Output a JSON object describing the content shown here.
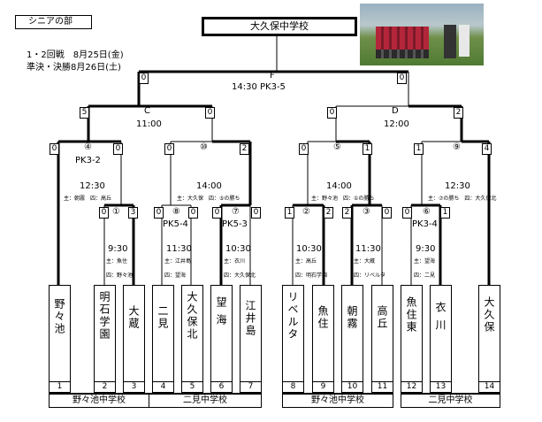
{
  "header": {
    "category_label": "シニアの部",
    "title": "大久保中学校",
    "dates": [
      "1・2回戦　8月25日(金)",
      "準決・決勝8月26日(土)"
    ]
  },
  "final": {
    "label": "F",
    "time": "14:30 PK3-5",
    "left_score": "0",
    "right_score": "0"
  },
  "semis": [
    {
      "label": "C",
      "time": "11:00",
      "left_score": "5",
      "right_score": "0"
    },
    {
      "label": "D",
      "time": "12:00",
      "left_score": "0",
      "right_score": "2"
    }
  ],
  "qf": [
    {
      "id": "④",
      "left_score": "0",
      "right_score": "0",
      "pk": "PK3-2",
      "time": "12:30",
      "ref": "主：朝霧　四：高丘"
    },
    {
      "id": "⑩",
      "left_score": "0",
      "right_score": "2",
      "pk": "",
      "time": "14:00",
      "ref": "主：大久保　四：⑤の勝ち"
    },
    {
      "id": "⑤",
      "left_score": "0",
      "right_score": "1",
      "pk": "",
      "time": "14:00",
      "ref": "主：野々池　四：①の勝ち"
    },
    {
      "id": "⑨",
      "left_score": "1",
      "right_score": "4",
      "pk": "",
      "time": "12:30",
      "ref": "主：⑦の勝ち　四：大久保北"
    }
  ],
  "r1": [
    {
      "id": "①",
      "left_score": "0",
      "right_score": "3",
      "pk": "",
      "time": "9:30",
      "ref1": "主：魚住",
      "ref2": "四：野々池"
    },
    {
      "id": "⑧",
      "left_score": "0",
      "right_score": "0",
      "pk": "PK5-4",
      "time": "11:30",
      "ref1": "主：江井島",
      "ref2": "四：望海"
    },
    {
      "id": "⑦",
      "left_score": "0",
      "right_score": "0",
      "pk": "PK5-3",
      "time": "10:30",
      "ref1": "主：衣川",
      "ref2": "四：大久保北"
    },
    {
      "id": "②",
      "left_score": "1",
      "right_score": "2",
      "pk": "",
      "time": "10:30",
      "ref1": "主：高丘",
      "ref2": "四：明石学園"
    },
    {
      "id": "③",
      "left_score": "2",
      "right_score": "0",
      "pk": "",
      "time": "11:30",
      "ref1": "主：大蔵",
      "ref2": "四：リベルタ"
    },
    {
      "id": "⑥",
      "left_score": "0",
      "right_score": "1",
      "pk": "PK3-4",
      "time": "9:30",
      "ref1": "主：望海",
      "ref2": "四：二見"
    }
  ],
  "teams": [
    {
      "name": "野々池",
      "number": "1"
    },
    {
      "name": "明石学園",
      "number": "2"
    },
    {
      "name": "大蔵",
      "number": "3"
    },
    {
      "name": "二見",
      "number": "4"
    },
    {
      "name": "大久保北",
      "number": "5"
    },
    {
      "name": "望海",
      "number": "6"
    },
    {
      "name": "江井島",
      "number": "7"
    },
    {
      "name": "リベルタ",
      "number": "8"
    },
    {
      "name": "魚住",
      "number": "9"
    },
    {
      "name": "朝霧",
      "number": "10"
    },
    {
      "name": "高丘",
      "number": "11"
    },
    {
      "name": "魚住東",
      "number": "12"
    },
    {
      "name": "衣川",
      "number": "13"
    },
    {
      "name": "大久保",
      "number": "14"
    }
  ],
  "venues": [
    "野々池中学校",
    "二見中学校",
    "野々池中学校",
    "二見中学校"
  ]
}
